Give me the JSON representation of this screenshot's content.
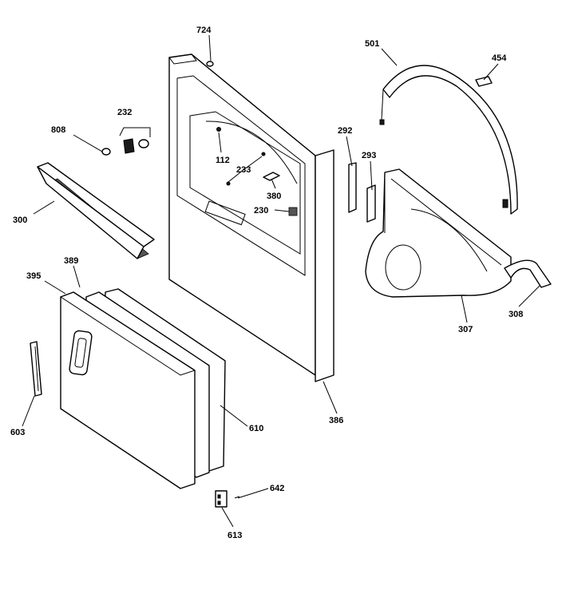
{
  "callouts": {
    "p724": "724",
    "p501": "501",
    "p454": "454",
    "p232": "232",
    "p808": "808",
    "p112": "112",
    "p233": "233",
    "p292": "292",
    "p293": "293",
    "p380": "380",
    "p230": "230",
    "p300": "300",
    "p389": "389",
    "p395": "395",
    "p307": "307",
    "p308": "308",
    "p386": "386",
    "p610": "610",
    "p603": "603",
    "p642": "642",
    "p613": "613"
  }
}
